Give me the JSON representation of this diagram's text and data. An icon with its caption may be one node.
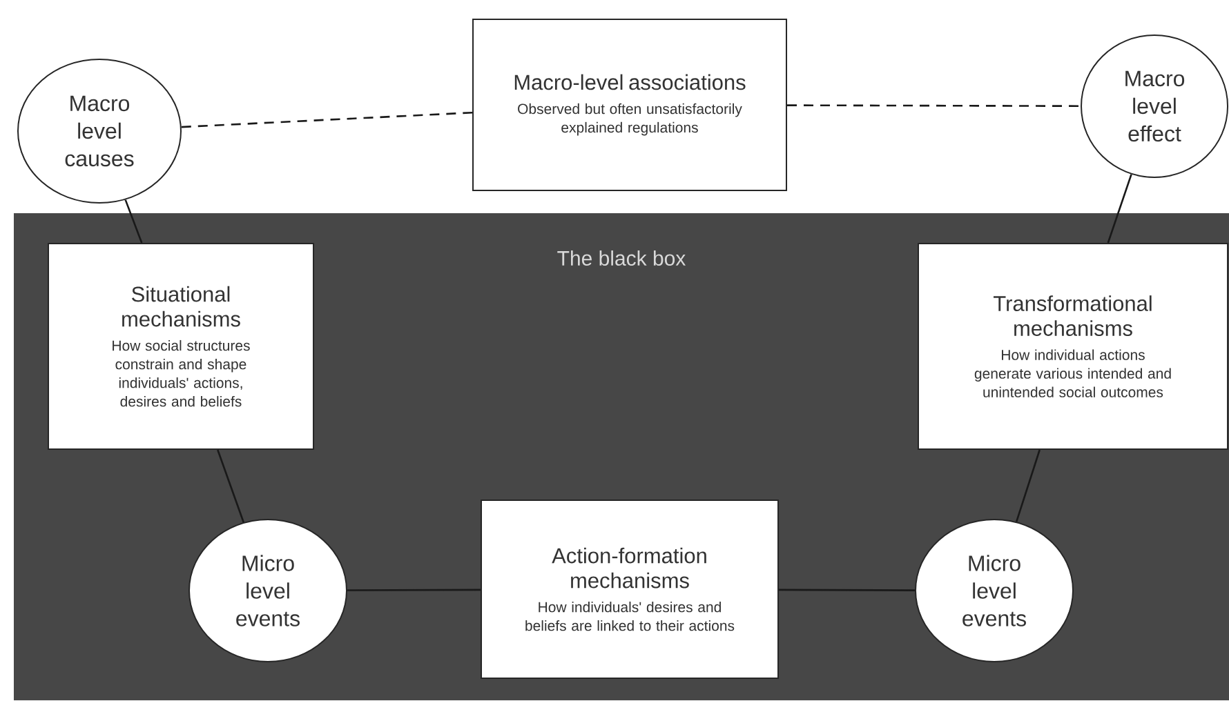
{
  "diagram": {
    "nodes": [
      {
        "text": [
          "Macro level causes"
        ]
      },
      {
        "text": [
          "Macro-level associations",
          "Observed but often unsatisfactorily explained regulations"
        ]
      },
      {
        "text": [
          "Macro level effect"
        ]
      },
      {
        "text": [
          "The black box"
        ]
      },
      {
        "text": [
          "Situational mechanisms",
          "How social structures constrain and shape individuals' actions, desires and beliefs"
        ],
        "in": 3
      },
      {
        "text": [
          "Transformational mechanisms",
          "How individual actions generate various intended and unintended social outcomes"
        ],
        "in": 3
      },
      {
        "text": [
          "Micro level events"
        ],
        "in": 3
      },
      {
        "text": [
          "Action-formation mechanisms",
          "How individuals' desires and beliefs are linked to their actions"
        ],
        "in": 3
      },
      {
        "text": [
          "Micro level events"
        ],
        "in": 3
      }
    ],
    "edges": [
      {
        "from": 0,
        "to": 1,
        "arrow": "none",
        "style": "dashed"
      },
      {
        "from": 1,
        "to": 2,
        "arrow": "none",
        "style": "dashed"
      },
      {
        "from": 0,
        "to": 4,
        "arrow": "none"
      },
      {
        "from": 4,
        "to": 6,
        "arrow": "none"
      },
      {
        "from": 6,
        "to": 7,
        "arrow": "none"
      },
      {
        "from": 7,
        "to": 8,
        "arrow": "none"
      },
      {
        "from": 8,
        "to": 5,
        "arrow": "none"
      },
      {
        "from": 5,
        "to": 2,
        "arrow": "none"
      }
    ]
  }
}
